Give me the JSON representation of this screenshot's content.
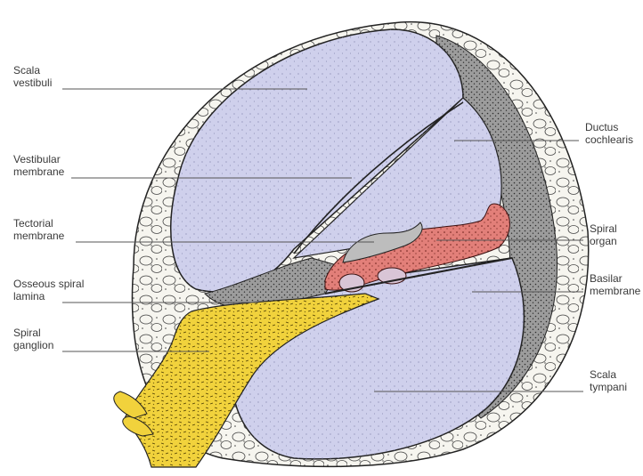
{
  "labels": {
    "scala_vestibuli": "Scala\nvestibuli",
    "vestibular_membrane": "Vestibular\nmembrane",
    "tectorial_membrane": "Tectorial\nmembrane",
    "osseous_spiral_lamina": "Osseous spiral\nlamina",
    "spiral_ganglion": "Spiral\nganglion",
    "ductus_cochlearis": "Ductus\ncochlearis",
    "spiral_organ": "Spiral\norgan",
    "basilar_membrane": "Basilar\nmembrane",
    "scala_tympani": "Scala\ntympani"
  },
  "colors": {
    "scala_fill": "#cfd0ec",
    "bone_fill": "#f3f2ec",
    "ligament_fill": "#9a9a9a",
    "tectorial_fill": "#bdbdbd",
    "organ_fill": "#e27f79",
    "ganglion_fill": "#f1d23c",
    "leader_line": "#555555"
  }
}
